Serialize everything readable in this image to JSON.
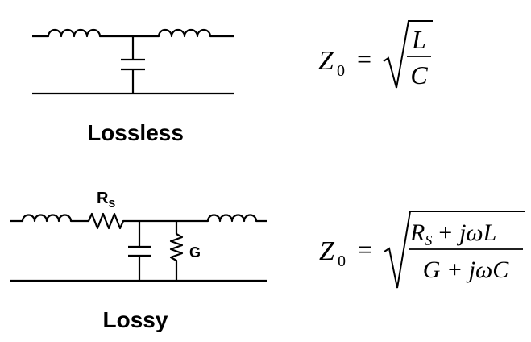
{
  "lossless": {
    "caption": "Lossless",
    "formula": {
      "lhs_symbol": "Z",
      "lhs_subscript": "0",
      "equals": "=",
      "numerator": "L",
      "denominator": "C"
    }
  },
  "lossy": {
    "caption": "Lossy",
    "resistor_label": "R",
    "resistor_subscript": "S",
    "conductance_label": "G",
    "formula": {
      "lhs_symbol": "Z",
      "lhs_subscript": "0",
      "equals": "=",
      "numerator": "R",
      "numerator_subscript": "S",
      "numerator_rest": "+ jωL",
      "denominator": "G + jωC"
    }
  }
}
